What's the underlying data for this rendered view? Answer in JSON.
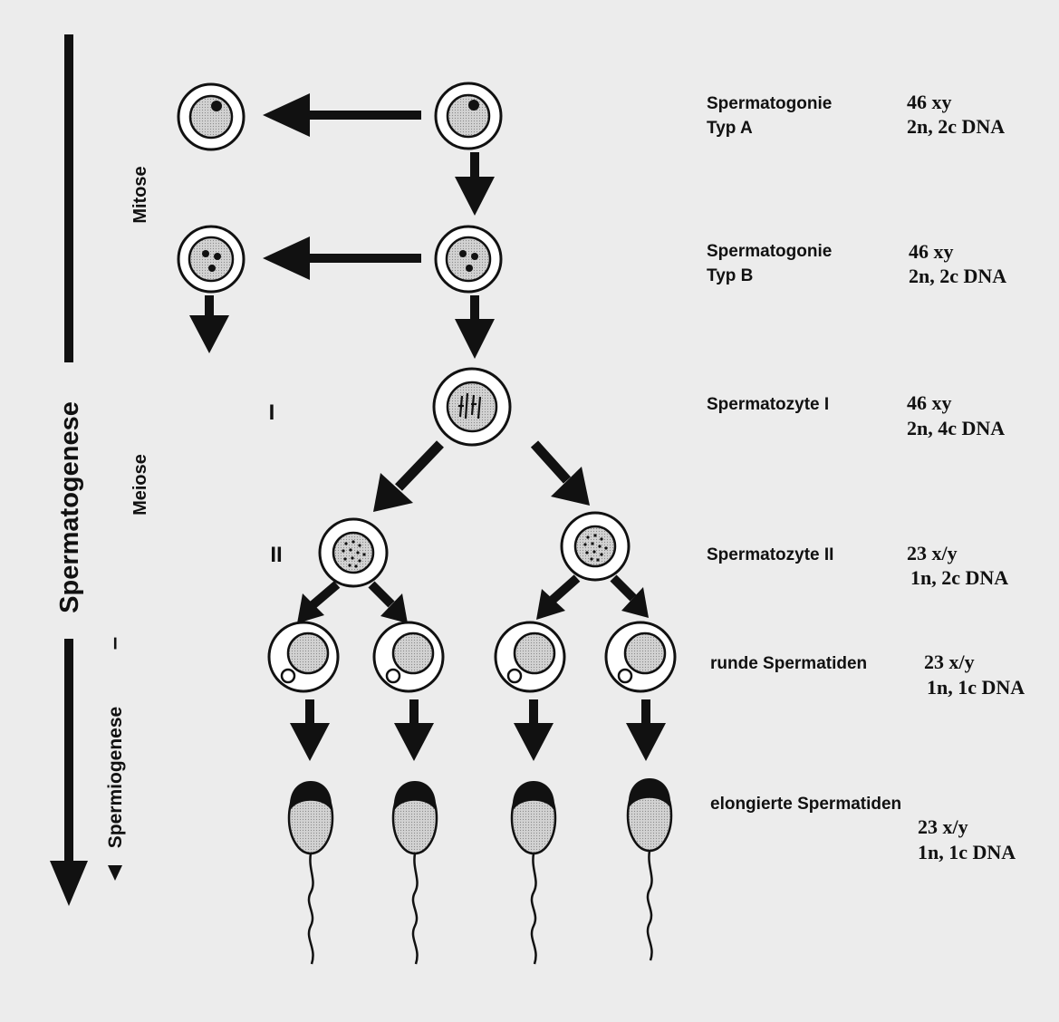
{
  "axis": {
    "main": "Spermatogenese",
    "spermiogenese": "Spermiogenese",
    "mitose": "Mitose",
    "meiose": "Meiose",
    "dash": "–"
  },
  "meiosis_steps": {
    "one": "I",
    "two": "II"
  },
  "stages": [
    {
      "name": "Spermatogonie",
      "name2": "Typ A",
      "karyotype": "46 xy",
      "dna": "2n, 2c DNA"
    },
    {
      "name": "Spermatogonie",
      "name2": "Typ B",
      "karyotype": "46 xy",
      "dna": "2n, 2c DNA"
    },
    {
      "name": "Spermatozyte I",
      "karyotype": "46 xy",
      "dna": "2n, 4c DNA"
    },
    {
      "name": "Spermatozyte II",
      "karyotype": "23 x/y",
      "dna": "1n, 2c DNA"
    },
    {
      "name": "runde Spermatiden",
      "karyotype": "23 x/y",
      "dna": "1n, 1c DNA"
    },
    {
      "name": "elongierte Spermatiden",
      "karyotype": "23 x/y",
      "dna": "1n, 1c DNA"
    }
  ],
  "colors": {
    "background": "#ececec",
    "ink": "#111111",
    "cell_fill": "#ffffff",
    "nucleus_fill": "#c8c8c8"
  }
}
